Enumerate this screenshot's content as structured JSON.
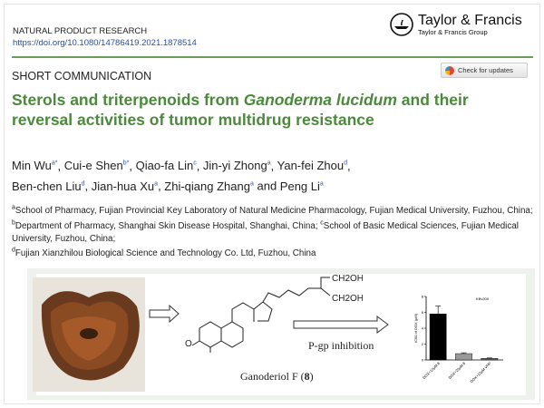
{
  "header": {
    "journal": "NATURAL PRODUCT RESEARCH",
    "doi": "https://doi.org/10.1080/14786419.2021.1878514",
    "publisher": "Taylor & Francis",
    "publisher_group": "Taylor & Francis Group"
  },
  "article_type": "SHORT COMMUNICATION",
  "check_updates": "Check for updates",
  "title": {
    "part1": "Sterols and triterpenoids from ",
    "italic": "Ganoderma lucidum",
    "part2": " and their reversal activities of tumor multidrug resistance"
  },
  "authors": [
    {
      "name": "Min Wu",
      "sup": "a*"
    },
    {
      "name": "Cui-e Shen",
      "sup": "b*"
    },
    {
      "name": "Qiao-fa Lin",
      "sup": "c"
    },
    {
      "name": "Jin-yi Zhong",
      "sup": "a"
    },
    {
      "name": "Yan-fei Zhou",
      "sup": "d"
    },
    {
      "name": "Ben-chen Liu",
      "sup": "d"
    },
    {
      "name": "Jian-hua Xu",
      "sup": "a"
    },
    {
      "name": "Zhi-qiang Zhang",
      "sup": "a"
    },
    {
      "name": "Peng Li",
      "sup": "a"
    }
  ],
  "author_sep": {
    "comma": ", ",
    "and": " and "
  },
  "affiliations": [
    {
      "sup": "a",
      "text": "School of Pharmacy, Fujian Provincial Key Laboratory of Natural Medicine Pharmacology, Fujian Medical University, Fuzhou, China; "
    },
    {
      "sup": "b",
      "text": "Department of Pharmacy, Shanghai Skin Disease Hospital, Shanghai, China; "
    },
    {
      "sup": "c",
      "text": "School of Basic Medical Sciences, Fujian Medical University, Fuzhou, China; "
    },
    {
      "sup": "d",
      "text": "Fujian Xianzhilou Biological Science and Technology Co. Ltd, Fuzhou, China"
    }
  ],
  "graphical_abstract": {
    "compound": "Ganoderiol F (",
    "compound_num": "8",
    "compound_end": ")",
    "arrow_label": "P-gp inhibition",
    "oh1": "CH2OH",
    "oh2": "CH2OH"
  },
  "chart_data": {
    "type": "bar",
    "title": "KBv200",
    "categories": [
      "DOX+10μM 8",
      "DOX+20μM 8",
      "DOX+10μM VRP"
    ],
    "values": [
      5.8,
      0.8,
      0.2
    ],
    "errors": [
      1.0,
      0.1,
      0.05
    ],
    "colors": [
      "#000000",
      "#999999",
      "#666666"
    ],
    "ylabel": "IC50 of DOX (μM)",
    "ylim": [
      0,
      8
    ],
    "yticks": [
      0,
      2,
      4,
      6,
      8
    ]
  }
}
